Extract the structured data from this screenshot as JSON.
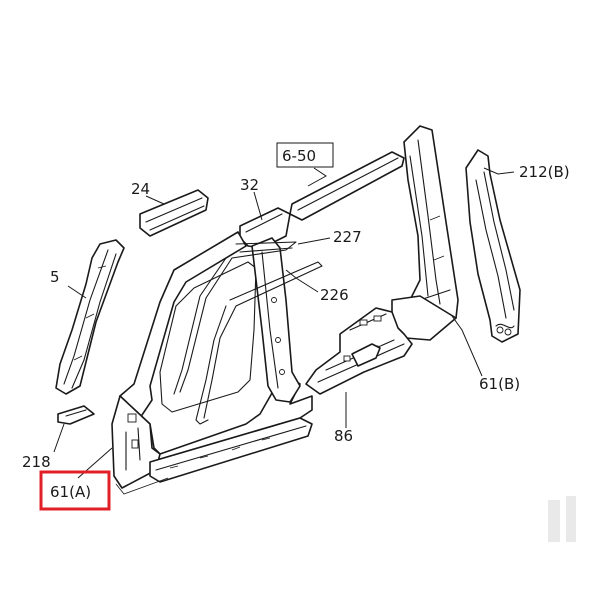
{
  "callouts": {
    "ref_6_50": "6-50",
    "p212b": "212(B)",
    "p24": "24",
    "p32": "32",
    "p227": "227",
    "p5": "5",
    "p226": "226",
    "p61b": "61(B)",
    "p86": "86",
    "p218": "218",
    "p61a": "61(A)"
  },
  "colors": {
    "line": "#1a1a1a",
    "highlight_box": "#e02026",
    "background": "#ffffff"
  }
}
